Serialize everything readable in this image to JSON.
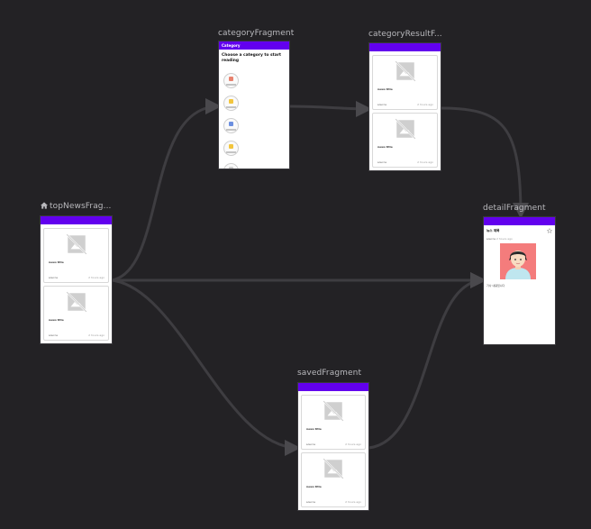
{
  "theme": {
    "background": "#232225",
    "appbar": "#6200ee",
    "edge": "#3e3d41",
    "label": "#b9b9bd",
    "placeholder": "#cfcfcf"
  },
  "destinations": {
    "topNews": {
      "label": "topNewsFrag..."
    },
    "category": {
      "label": "categoryFragment"
    },
    "categoryResult": {
      "label": "categoryResultF..."
    },
    "detail": {
      "label": "detailFragment"
    },
    "saved": {
      "label": "savedFragment"
    }
  },
  "card": {
    "title": "news title",
    "source": "source",
    "time": "2 hours ago"
  },
  "category_screen": {
    "appbar_title": "Category",
    "heading": "Choose a category to start reading",
    "items": [
      {
        "icon": "business-icon",
        "color": "#e8826e"
      },
      {
        "icon": "entertainment-icon",
        "color": "#f2c53d"
      },
      {
        "icon": "technology-icon",
        "color": "#6c8fe0"
      },
      {
        "icon": "sports-icon",
        "color": "#f2c53d"
      },
      {
        "icon": "more-icon",
        "color": "#cccccc"
      }
    ]
  },
  "detail_screen": {
    "title": "뉴스 제목",
    "source": "source",
    "time": "2 hours ago",
    "body": "기사 내용입니다",
    "star_icon": "star-outline-icon"
  },
  "icons": {
    "start_destination": "home-icon",
    "image_placeholder": "broken-image-icon"
  }
}
